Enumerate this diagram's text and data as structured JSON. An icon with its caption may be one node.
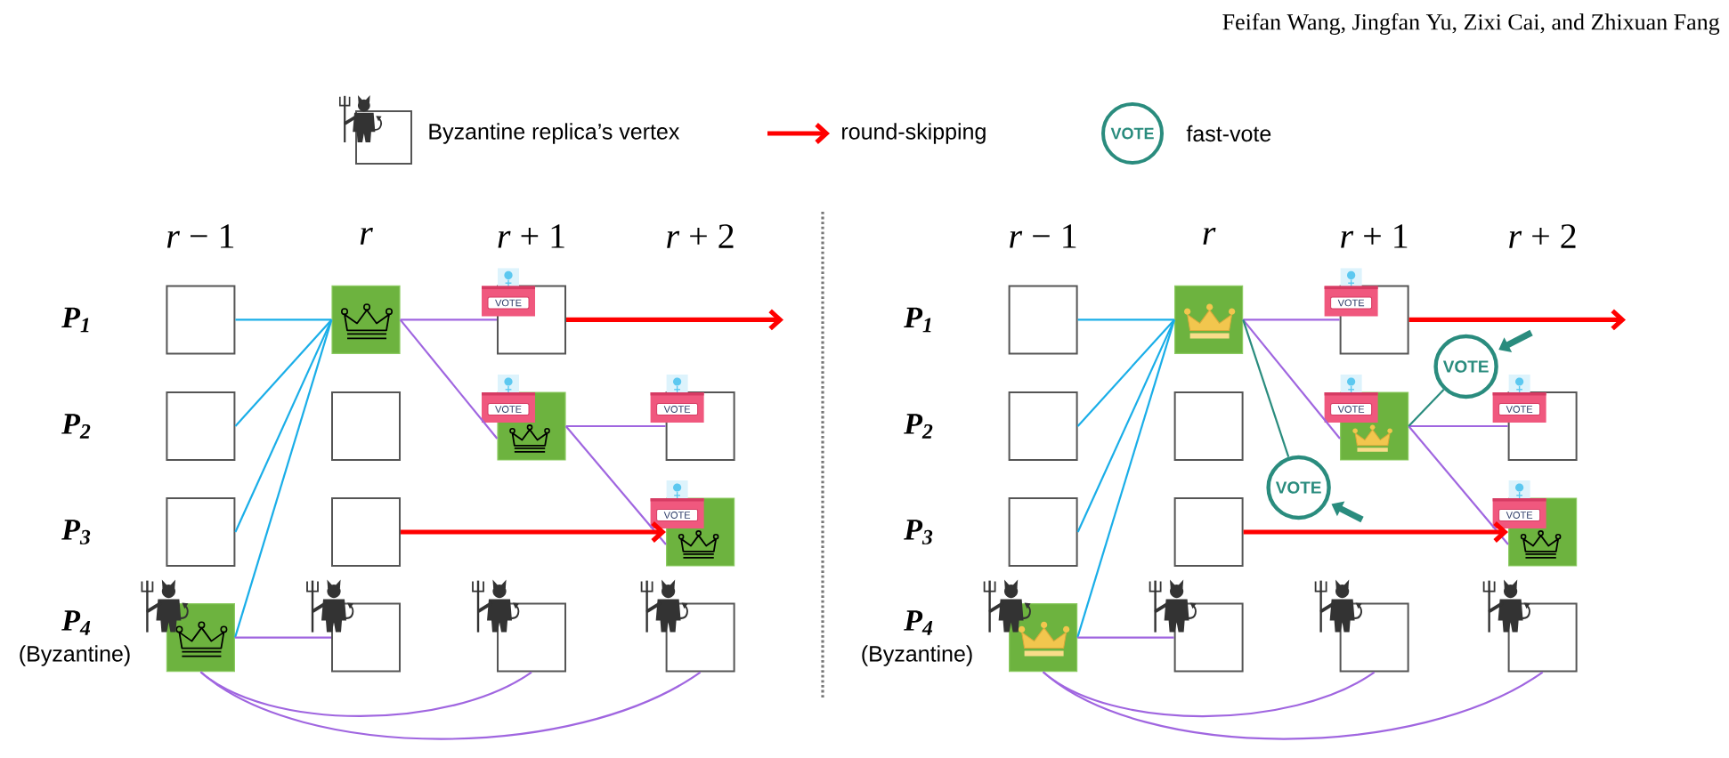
{
  "diagram": {
    "nodes": [
      {
        "text": [],
        "shape": "box"
      },
      {
        "text": [],
        "shape": "box"
      },
      {
        "text": [],
        "shape": "box"
      },
      {
        "text": [],
        "shape": "box"
      },
      {
        "text": [],
        "shape": "box"
      },
      {
        "text": [],
        "shape": "box"
      },
      {
        "text": [],
        "shape": "box"
      },
      {
        "text": [],
        "shape": "box"
      },
      {
        "text": [],
        "shape": "box"
      },
      {
        "text": [],
        "shape": "box"
      },
      {
        "text": [],
        "shape": "box"
      },
      {
        "text": [],
        "shape": "box"
      },
      {
        "text": [],
        "shape": "box"
      },
      {
        "text": [],
        "shape": "box"
      },
      {
        "text": [],
        "shape": "box"
      },
      {
        "text": [],
        "shape": "box"
      },
      {
        "text": [],
        "shape": "box"
      },
      {
        "text": [],
        "shape": "box"
      },
      {
        "text": [],
        "shape": "box"
      },
      {
        "text": [],
        "shape": "box"
      },
      {
        "text": [],
        "shape": "box"
      },
      {
        "text": [],
        "shape": "box"
      },
      {
        "text": [],
        "shape": "box"
      },
      {
        "text": [],
        "shape": "box"
      },
      {
        "text": [],
        "shape": "box"
      },
      {
        "text": [],
        "shape": "box"
      },
      {
        "text": [],
        "shape": "box"
      },
      {
        "text": [],
        "shape": "box"
      },
      {
        "text": [
          "VOTE"
        ]
      },
      {
        "text": [
          "VOTE"
        ]
      },
      {
        "text": [
          "VOTE"
        ]
      },
      {
        "text": [
          "VOTE"
        ]
      },
      {
        "text": [
          "VOTE"
        ]
      },
      {
        "text": [
          "VOTE"
        ]
      },
      {
        "text": [
          "VOTE"
        ]
      },
      {
        "text": [
          "VOTE"
        ]
      },
      {
        "text": [
          "VOTE"
        ]
      },
      {
        "text": [
          "VOTE"
        ]
      }
    ],
    "edges": [
      {
        "from": 1,
        "to": 0,
        "arrow": "none",
        "color": "#1aaee8"
      },
      {
        "from": 1,
        "to": 3,
        "arrow": "none",
        "color": "#1aaee8"
      },
      {
        "from": 1,
        "to": 7,
        "arrow": "none",
        "color": "#1aaee8"
      },
      {
        "from": 1,
        "to": 10,
        "arrow": "none",
        "color": "#1aaee8"
      },
      {
        "from": 1,
        "to": 2,
        "arrow": "none"
      },
      {
        "from": 1,
        "to": 5,
        "arrow": "none"
      },
      {
        "from": 10,
        "to": 11,
        "arrow": "none"
      },
      {
        "from": 5,
        "to": 6,
        "arrow": "none"
      },
      {
        "from": 5,
        "to": 9,
        "arrow": "none"
      },
      {
        "from": 10,
        "to": 12,
        "arrow": "none"
      },
      {
        "from": 10,
        "to": 13,
        "arrow": "none"
      },
      {
        "from": 2,
        "to": null,
        "arrow": "to",
        "style": "thick",
        "color": "#ff0000"
      },
      {
        "from": 8,
        "to": 9,
        "arrow": "to",
        "style": "thick",
        "color": "#ff0000"
      },
      {
        "from": 15,
        "to": 14,
        "arrow": "none",
        "color": "#1aaee8"
      },
      {
        "from": 15,
        "to": 17,
        "arrow": "none",
        "color": "#1aaee8"
      },
      {
        "from": 15,
        "to": 21,
        "arrow": "none",
        "color": "#1aaee8"
      },
      {
        "from": 15,
        "to": 24,
        "arrow": "none",
        "color": "#1aaee8"
      },
      {
        "from": 15,
        "to": 16,
        "arrow": "none"
      },
      {
        "from": 15,
        "to": 19,
        "arrow": "none"
      },
      {
        "from": 24,
        "to": 25,
        "arrow": "none"
      },
      {
        "from": 19,
        "to": 20,
        "arrow": "none"
      },
      {
        "from": 19,
        "to": 23,
        "arrow": "none"
      },
      {
        "from": 24,
        "to": 26,
        "arrow": "none"
      },
      {
        "from": 24,
        "to": 27,
        "arrow": "none"
      },
      {
        "from": 15,
        "to": 29,
        "arrow": "none",
        "color": "#2a8c7e"
      },
      {
        "from": 19,
        "to": 28,
        "arrow": "none",
        "color": "#2a8c7e"
      },
      {
        "from": 16,
        "to": null,
        "arrow": "to",
        "style": "thick",
        "color": "#ff0000"
      },
      {
        "from": 22,
        "to": 23,
        "arrow": "to",
        "style": "thick",
        "color": "#ff0000"
      },
      {
        "from": null,
        "to": 28,
        "arrow": "to",
        "style": "thick",
        "color": "#2a8c7e"
      },
      {
        "from": null,
        "to": 29,
        "arrow": "to",
        "style": "thick",
        "color": "#2a8c7e"
      }
    ],
    "labels": [
      "Feifan Wang, Jingfan Yu, Zixi Cai, and Zhixuan Fang",
      "VOTE",
      "*r* − 1",
      "r",
      "*r* + 1",
      "*r* + 2",
      "*r* − 1",
      "r",
      "*r* + 1",
      "*r* + 2",
      "P$_{1}$",
      "P$_{2}$",
      "P$_{3}$",
      "P$_{4}$",
      "(Byzantine)",
      "P$_{1}$",
      "P$_{2}$",
      "P$_{3}$",
      "P$_{4}$",
      "(Byzantine)"
    ],
    "legend": [
      {
        "text": "Byzantine replica’s vertex"
      },
      {
        "text": "round-skipping"
      },
      {
        "text": "fast-vote"
      }
    ]
  }
}
